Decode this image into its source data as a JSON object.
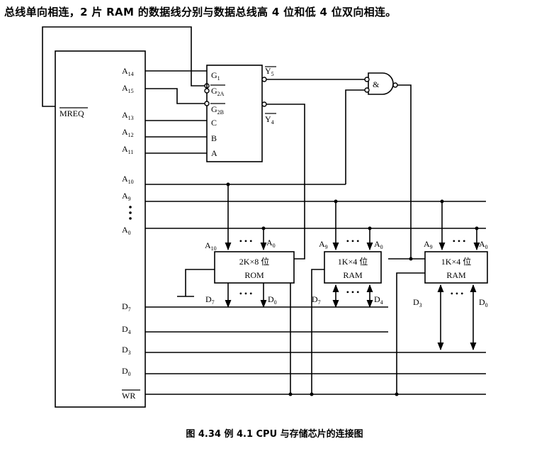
{
  "intro_text": "总线单向相连，2 片 RAM 的数据线分别与数据总线高 4 位和低 4 位双向相连。",
  "caption": "图 4.34  例 4.1 CPU 与存储芯片的连接图",
  "cpu": {
    "mreq": "MREQ",
    "wr": "WR",
    "pins": {
      "a14": {
        "main": "A",
        "sub": "14"
      },
      "a15": {
        "main": "A",
        "sub": "15"
      },
      "a13": {
        "main": "A",
        "sub": "13"
      },
      "a12": {
        "main": "A",
        "sub": "12"
      },
      "a11": {
        "main": "A",
        "sub": "11"
      },
      "a10": {
        "main": "A",
        "sub": "10"
      },
      "a9": {
        "main": "A",
        "sub": "9"
      },
      "a0": {
        "main": "A",
        "sub": "0"
      },
      "d7": {
        "main": "D",
        "sub": "7"
      },
      "d4": {
        "main": "D",
        "sub": "4"
      },
      "d3": {
        "main": "D",
        "sub": "3"
      },
      "d0": {
        "main": "D",
        "sub": "0"
      }
    }
  },
  "decoder": {
    "g1": {
      "main": "G",
      "sub": "1"
    },
    "g2a": {
      "main": "G",
      "sub": "2A"
    },
    "g2b": {
      "main": "G",
      "sub": "2B"
    },
    "c": "C",
    "b": "B",
    "a": "A",
    "y5": {
      "main": "Y",
      "sub": "5"
    },
    "y4": {
      "main": "Y",
      "sub": "4"
    }
  },
  "and_gate": {
    "symbol": "&"
  },
  "rom": {
    "line1": "2K×8 位",
    "line2": "ROM",
    "addr_hi": {
      "main": "A",
      "sub": "10"
    },
    "addr_lo": {
      "main": "A",
      "sub": "0"
    },
    "data_hi": {
      "main": "D",
      "sub": "7"
    },
    "data_lo": {
      "main": "D",
      "sub": "0"
    }
  },
  "ram1": {
    "line1": "1K×4 位",
    "line2": "RAM",
    "addr_hi": {
      "main": "A",
      "sub": "9"
    },
    "addr_lo": {
      "main": "A",
      "sub": "0"
    },
    "data_hi": {
      "main": "D",
      "sub": "7"
    },
    "data_lo": {
      "main": "D",
      "sub": "4"
    }
  },
  "ram2": {
    "line1": "1K×4 位",
    "line2": "RAM",
    "addr_hi": {
      "main": "A",
      "sub": "9"
    },
    "addr_lo": {
      "main": "A",
      "sub": "0"
    },
    "data_hi": {
      "main": "D",
      "sub": "3"
    },
    "data_lo": {
      "main": "D",
      "sub": "0"
    }
  },
  "dots": "• • •"
}
